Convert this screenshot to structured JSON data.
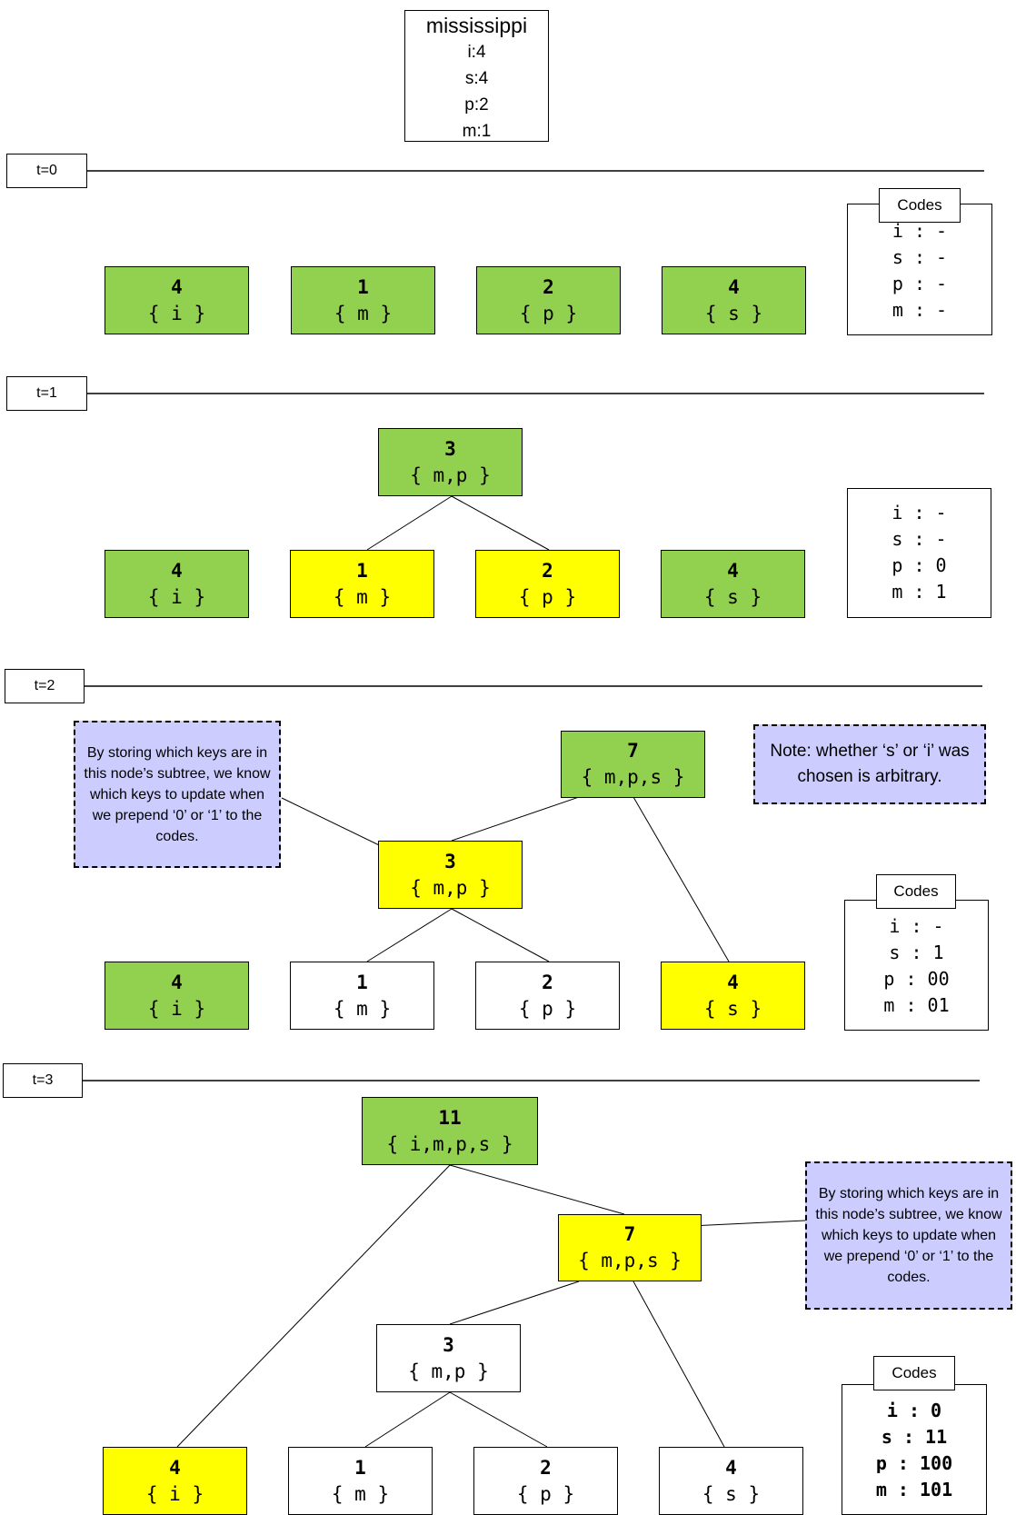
{
  "input": {
    "word": "mississippi",
    "freqs": [
      "i:4",
      "s:4",
      "p:2",
      "m:1"
    ]
  },
  "steps": [
    {
      "label": "t=0"
    },
    {
      "label": "t=1"
    },
    {
      "label": "t=2"
    },
    {
      "label": "t=3"
    }
  ],
  "codes_label": "Codes",
  "t0": {
    "nodes": [
      {
        "count": "4",
        "keys": "{ i }"
      },
      {
        "count": "1",
        "keys": "{ m }"
      },
      {
        "count": "2",
        "keys": "{ p }"
      },
      {
        "count": "4",
        "keys": "{ s }"
      }
    ],
    "codes": [
      "i : -",
      "s : -",
      "p : -",
      "m : -"
    ]
  },
  "t1": {
    "parent": {
      "count": "3",
      "keys": "{ m,p }"
    },
    "nodes": [
      {
        "count": "4",
        "keys": "{ i }"
      },
      {
        "count": "1",
        "keys": "{ m }"
      },
      {
        "count": "2",
        "keys": "{ p }"
      },
      {
        "count": "4",
        "keys": "{ s }"
      }
    ],
    "codes": [
      "i : -",
      "s : -",
      "p : 0",
      "m : 1"
    ]
  },
  "t2": {
    "root": {
      "count": "7",
      "keys": "{ m,p,s }"
    },
    "mid": {
      "count": "3",
      "keys": "{ m,p }"
    },
    "nodes": [
      {
        "count": "4",
        "keys": "{ i }"
      },
      {
        "count": "1",
        "keys": "{ m }"
      },
      {
        "count": "2",
        "keys": "{ p }"
      },
      {
        "count": "4",
        "keys": "{ s }"
      }
    ],
    "codes": [
      "i : -",
      "s : 1",
      "p : 00",
      "m : 01"
    ],
    "note_subtree": "By storing which keys are in this node’s subtree, we know which keys to update when we prepend ‘0’ or ‘1’ to the codes.",
    "note_arbitrary": "Note: whether ‘s’ or ‘i’ was chosen is arbitrary."
  },
  "t3": {
    "root": {
      "count": "11",
      "keys": "{ i,m,p,s }"
    },
    "mid": {
      "count": "7",
      "keys": "{ m,p,s }"
    },
    "low": {
      "count": "3",
      "keys": "{ m,p }"
    },
    "nodes": [
      {
        "count": "4",
        "keys": "{ i }"
      },
      {
        "count": "1",
        "keys": "{ m }"
      },
      {
        "count": "2",
        "keys": "{ p }"
      },
      {
        "count": "4",
        "keys": "{ s }"
      }
    ],
    "codes": [
      "i : 0",
      "s : 11",
      "p : 100",
      "m : 101"
    ],
    "note_subtree": "By storing which keys are in this node’s subtree, we know which keys to update when we prepend ‘0’ or ‘1’ to the codes."
  },
  "colors": {
    "leaf_green": "#92d050",
    "highlight_yellow": "#ffff00",
    "final_codes_blue": "#66ccff",
    "note_lavender": "#ccccff"
  }
}
